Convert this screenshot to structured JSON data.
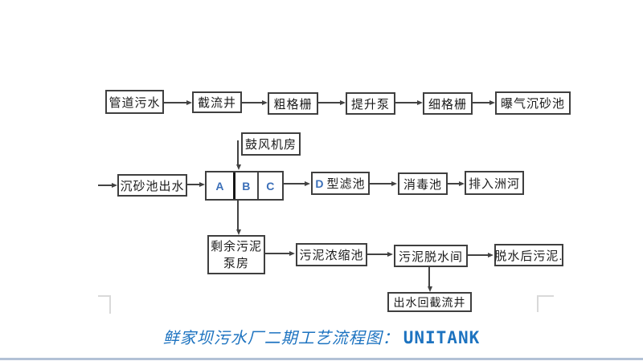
{
  "caption": {
    "title_zh": "鲜家坝污水厂二期工艺流程图：",
    "title_en": "UNITANK"
  },
  "nodes": {
    "pipe_sewage": "管道污水",
    "intercept_well": "截流井",
    "coarse_screen": "粗格栅",
    "lift_pump": "提升泵",
    "fine_screen": "细格栅",
    "aerated_grit": "曝气沉砂池",
    "blower_room": "鼓风机房",
    "grit_outflow": "沉砂池出水",
    "unitank_cells": {
      "a": "A",
      "b": "B",
      "c": "C"
    },
    "d_filter": {
      "latin": "D",
      "zh": "型滤池"
    },
    "disinfection": "消毒池",
    "discharge": "排入洲河",
    "surplus_sludge": {
      "line1": "剩余污泥",
      "line2": "泵房"
    },
    "sludge_thickening": "污泥浓缩池",
    "sludge_dewatering": "污泥脱水间",
    "dewatered_sludge": "脱水后污泥.",
    "outflow_return": "出水回截流井"
  },
  "colors": {
    "box_border": "#3f3f3f",
    "box_text": "#1c1c1c",
    "arrow": "#424242",
    "latin_letter": "#3b6fb8",
    "caption_blue": "#1d73c0",
    "margin_mark": "#d9d9d9",
    "bottom_rule": "#b2c1d6"
  }
}
